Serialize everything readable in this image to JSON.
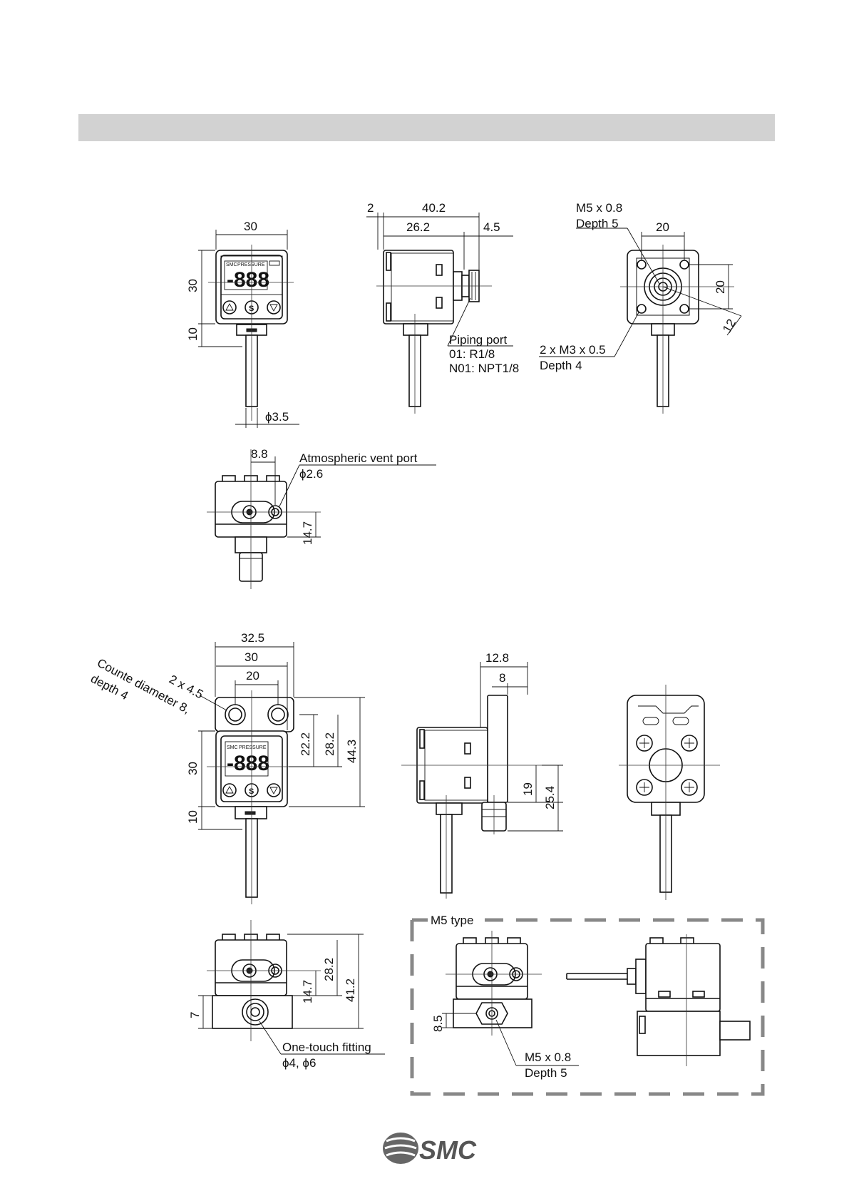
{
  "labels": {
    "d_40_2": "40.2",
    "d_2": "2",
    "d_26_2": "26.2",
    "d_4_5": "4.5",
    "d_30_top": "30",
    "d_30_side": "30",
    "d_10": "10",
    "d_phi35": "ϕ3.5",
    "m5_callout_1": "M5 x 0.8",
    "m5_callout_2": "Depth 5",
    "d_20_r": "20",
    "d_20_rv": "20",
    "d_12": "12",
    "piping_1": "Piping port",
    "piping_2": "01: R1/8",
    "piping_3": "N01: NPT1/8",
    "m3_1": "2 x M3 x 0.5",
    "m3_2": "Depth 4",
    "d_8_8": "8.8",
    "vent_1": "Atmospheric vent port",
    "vent_2": "ϕ2.6",
    "d_14_7": "14.7",
    "d_32_5": "32.5",
    "d_30_b": "30",
    "d_20_b": "20",
    "counter_1": "2 x 4.5",
    "counter_2": "Counte diameter 8,",
    "counter_3": "depth 4",
    "d_22_2": "22.2",
    "d_28_2": "28.2",
    "d_44_3": "44.3",
    "d_30_bv": "30",
    "d_10_b": "10",
    "d_12_8": "12.8",
    "d_8": "8",
    "d_19": "19",
    "d_25_4": "25.4",
    "d_14_7_b": "14.7",
    "d_28_2_b": "28.2",
    "d_41_2": "41.2",
    "d_7": "7",
    "onetouch_1": "One-touch fitting",
    "onetouch_2": "ϕ4,  ϕ6",
    "m5_type": "M5 type",
    "d_8_5": "8.5",
    "m5b_1": "M5 x 0.8",
    "m5b_2": "Depth 5",
    "lcd_brand": "SMC",
    "lcd_word": "PRESSURE",
    "lcd_digits": "-888",
    "logo": "SMC"
  }
}
